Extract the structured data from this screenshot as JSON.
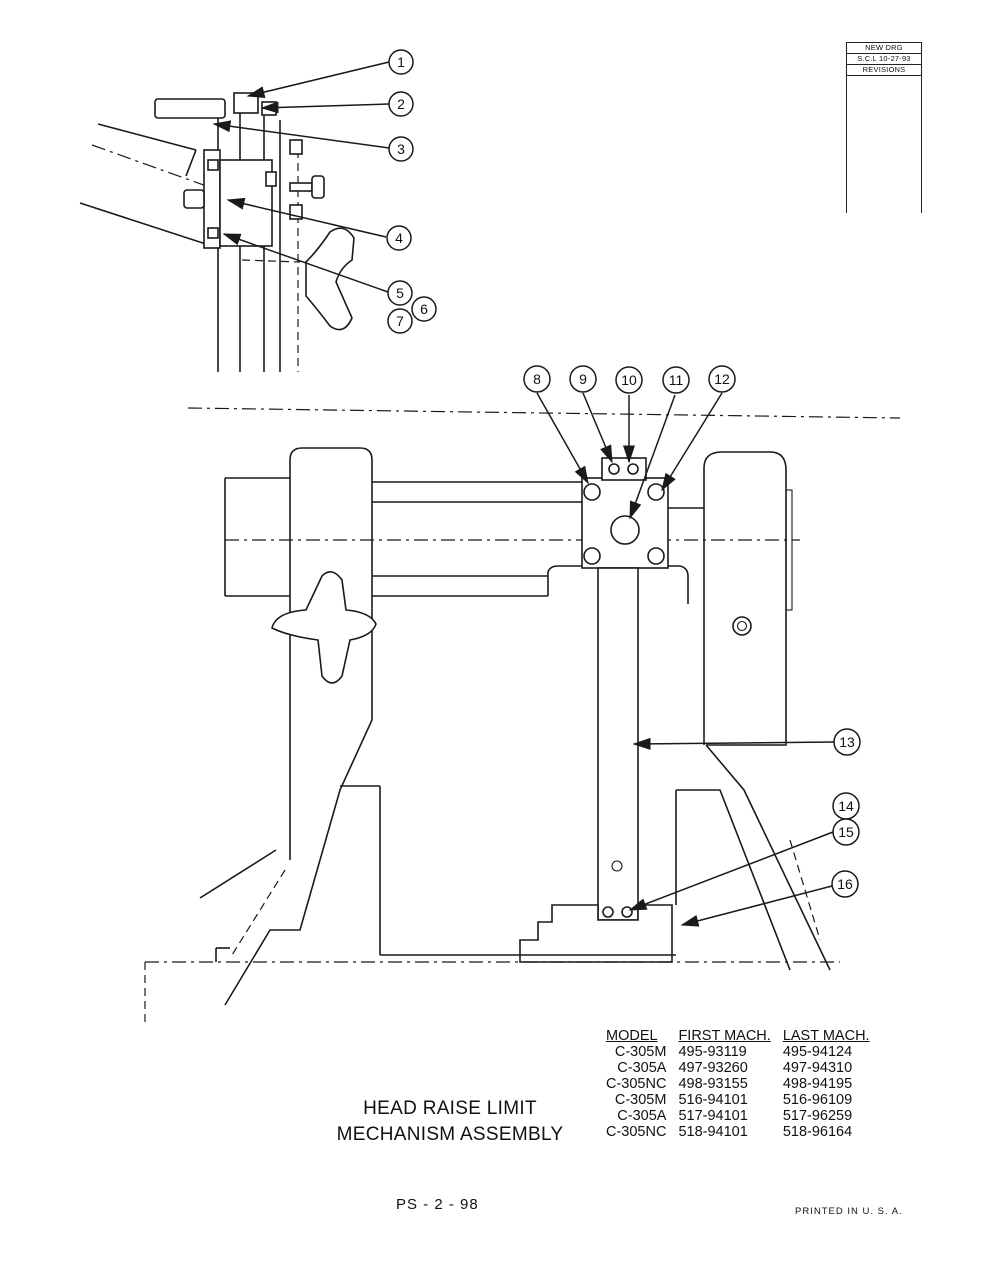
{
  "revision_block": {
    "line1": "NEW DRG",
    "line2": "S.C.L 10-27-93",
    "line3": "REVISIONS"
  },
  "callouts": [
    "1",
    "2",
    "3",
    "4",
    "5",
    "6",
    "7",
    "8",
    "9",
    "10",
    "11",
    "12",
    "13",
    "14",
    "15",
    "16"
  ],
  "title": {
    "line1": "HEAD RAISE LIMIT",
    "line2": "MECHANISM ASSEMBLY"
  },
  "model_table": {
    "headers": [
      "MODEL",
      "FIRST MACH.",
      "LAST MACH."
    ],
    "rows": [
      [
        "C-305M",
        "495-93119",
        "495-94124"
      ],
      [
        "C-305A",
        "497-93260",
        "497-94310"
      ],
      [
        "C-305NC",
        "498-93155",
        "498-94195"
      ],
      [
        "C-305M",
        "516-94101",
        "516-96109"
      ],
      [
        "C-305A",
        "517-94101",
        "517-96259"
      ],
      [
        "C-305NC",
        "518-94101",
        "518-96164"
      ]
    ]
  },
  "page_id": "PS - 2 - 98",
  "printed": "PRINTED IN U. S. A."
}
